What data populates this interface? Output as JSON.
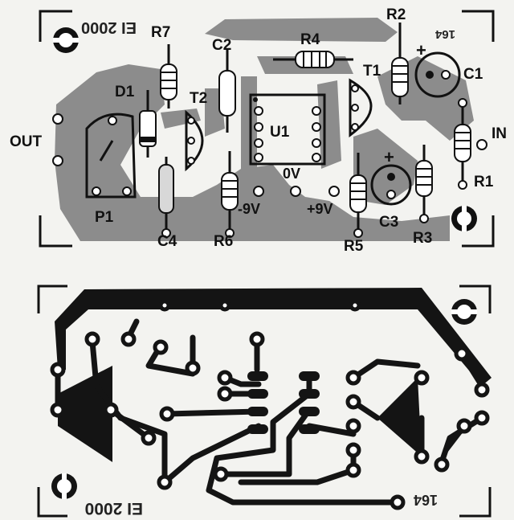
{
  "board": {
    "code": "164",
    "brand": "EI 2000",
    "label_out": "OUT",
    "label_in": "IN",
    "label_0v": "0V",
    "label_minus9v": "-9V",
    "label_plus9v": "+9V",
    "plus_sign": "+"
  },
  "components": {
    "r1": "R1",
    "r2": "R2",
    "r3": "R3",
    "r4": "R4",
    "r5": "R5",
    "r6": "R6",
    "r7": "R7",
    "c1": "C1",
    "c2": "C2",
    "c3": "C3",
    "c4": "C4",
    "t1": "T1",
    "t2": "T2",
    "d1": "D1",
    "u1": "U1",
    "p1": "P1"
  },
  "colors": {
    "copper_top": "#8c8c8c",
    "copper_bottom": "#141414",
    "ink": "#111111",
    "paper": "#f3f3f0"
  }
}
